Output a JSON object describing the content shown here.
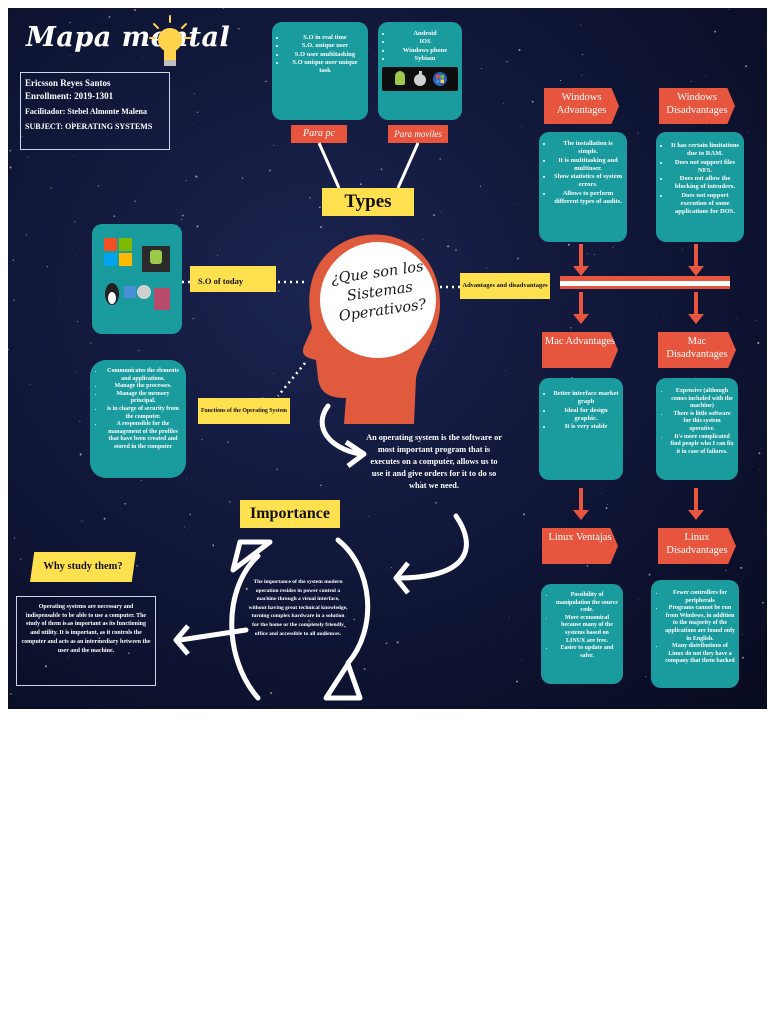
{
  "header": {
    "title": "Mapa mental"
  },
  "student": {
    "name": "Ericsson Reyes Santos",
    "enrollment": "Enrollment: 2019-1301",
    "facilitator": "Facilitador: Stebel Almonte Malena",
    "subject": "SUBJECT: OPERATING SYSTEMS"
  },
  "center": {
    "question": "¿Que son los Sistemas Operativos?"
  },
  "types": {
    "label": "Types",
    "pc_label": "Para pc",
    "mobile_label": "Para moviles",
    "pc_items": [
      "S.O in real time",
      "S.O. unique user",
      "S.O user multitasking",
      "S.O unique user unique task"
    ],
    "mobile_items": [
      "Android",
      "IOS",
      "Windows phone",
      "Sybiam"
    ]
  },
  "today": {
    "label": "S.O of today"
  },
  "functions": {
    "label": "Functions of the Operating System",
    "items": [
      "Communicates the elements and applications.",
      "Manage the processes.",
      "Manage the memory principal.",
      "is in charge of security from the computer.",
      "A responsible for the management of the profiles that have been created and stored in the computer"
    ]
  },
  "definition": "An operating system is the software or most important program that is executes on a computer, allows us to use it and give orders for it to do so what we need.",
  "importance": {
    "label": "Importance",
    "text": "The importance of the system modern operation resides in power control a machine through a visual interface, without having great technical knowledge, turning complex hardware in a solution for the home or the completely friendly office and accessible to all audiences."
  },
  "why": {
    "label": "Why study them?",
    "text": "Operating systems are necessary and indispensable to be able to use a computer. The study of them is as important as its functioning and utility. It is important, as it controls the computer and acts as an intermediary between the user and the machine."
  },
  "advantages": {
    "label": "Advantages and disadvantages",
    "windows_adv_title": "Windows Advantages",
    "windows_adv": [
      "The installation is simple.",
      "It is multitasking and multiuser.",
      "Show statistics of system errors.",
      "Allows to perform different types of audits."
    ],
    "windows_dis_title": "Windows Disadvantages",
    "windows_dis": [
      "It has certain limitations due to RAM.",
      "Does not support files NFS.",
      "Does not allow the blocking of intruders.",
      "Does not support execution of some applications for DOS."
    ],
    "mac_adv_title": "Mac Advantages",
    "mac_adv": [
      "Better interface market graph",
      "Ideal for design graphic.",
      "It is very stable"
    ],
    "mac_dis_title": "Mac Disadvantages",
    "mac_dis": [
      "Expensive (although comes included with the machine)",
      "There is little software for this system operative.",
      "It's more complicated find people who I can fix it in case of failures."
    ],
    "linux_adv_title": "Linux Ventajas",
    "linux_adv": [
      "Possibility of manipulation the source code.",
      "More economical because many of the systems based on LINUX are free.",
      "Easier to update and safer."
    ],
    "linux_dis_title": "Linux Disadvantages",
    "linux_dis": [
      "Fewer controllers for peripherals",
      "Programs cannot be run from Windows, in addition to the majority of the applications are found only in English.",
      "Many distributions of Linux do not they have a company that them backed"
    ]
  },
  "colors": {
    "teal": "#1a9b9e",
    "yellow": "#ffe04f",
    "red": "#e8553f",
    "background": "#0f1535"
  }
}
